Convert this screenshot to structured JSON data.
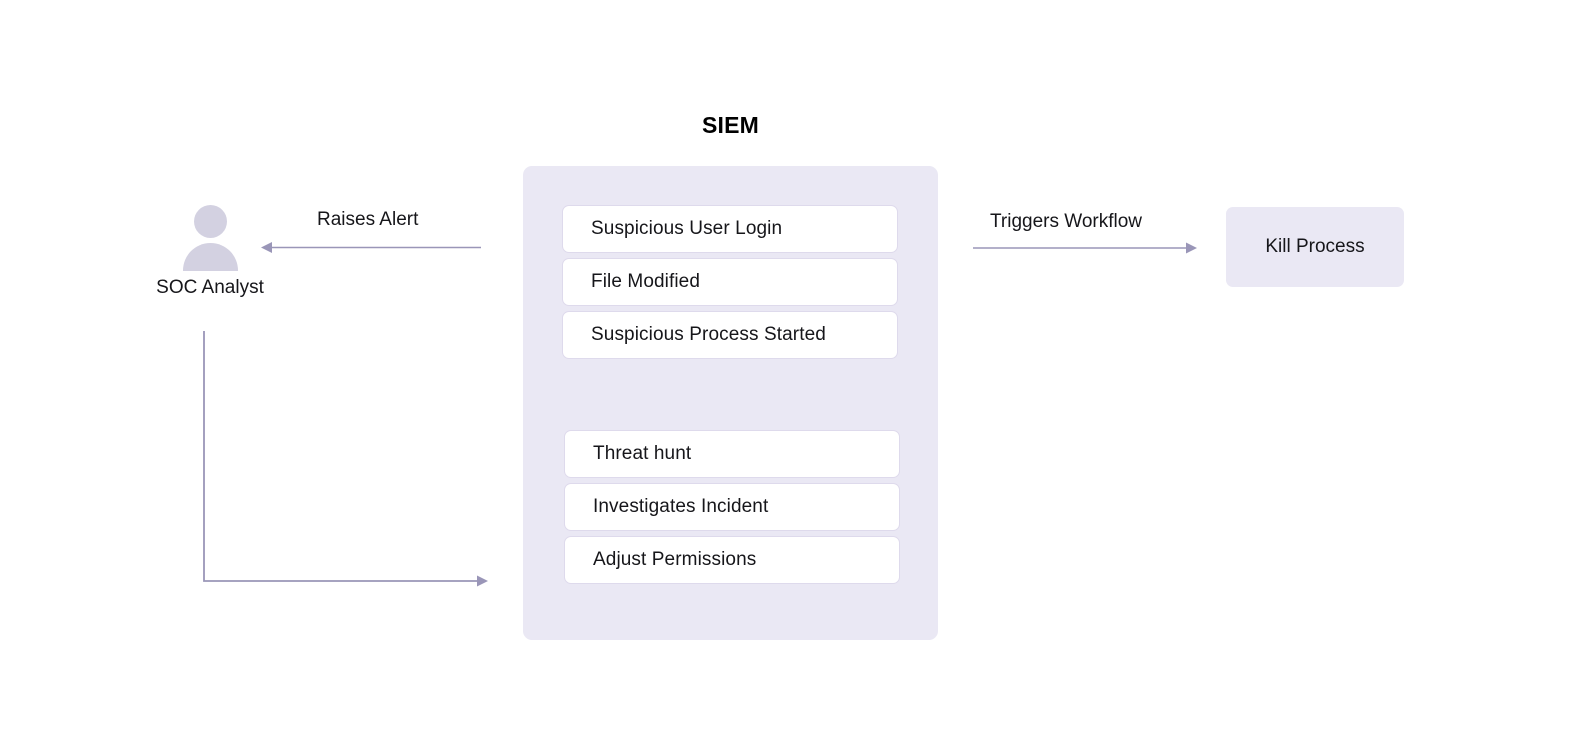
{
  "diagram": {
    "title": "SIEM",
    "background_color": "#ffffff",
    "container_color": "#eae8f4",
    "card_border_color": "#dedaec",
    "connector_color": "#9a96b8",
    "actor_icon_color": "#d3d1e1"
  },
  "actor": {
    "label": "SOC Analyst",
    "icon": "person-icon"
  },
  "siem": {
    "title": "SIEM",
    "alert_nodes": [
      {
        "label": "Suspicious User Login"
      },
      {
        "label": "File Modified"
      },
      {
        "label": "Suspicious Process Started"
      }
    ],
    "action_nodes": [
      {
        "label": "Threat hunt"
      },
      {
        "label": "Investigates Incident"
      },
      {
        "label": "Adjust Permissions"
      }
    ]
  },
  "response": {
    "label": "Kill Process"
  },
  "edges": [
    {
      "label": "Raises Alert",
      "direction": "left",
      "from": "siem",
      "to": "soc-analyst"
    },
    {
      "label": "Triggers Workflow",
      "direction": "right",
      "from": "siem",
      "to": "kill-process"
    },
    {
      "label": "",
      "direction": "right",
      "from": "soc-analyst",
      "to": "siem-actions"
    }
  ]
}
